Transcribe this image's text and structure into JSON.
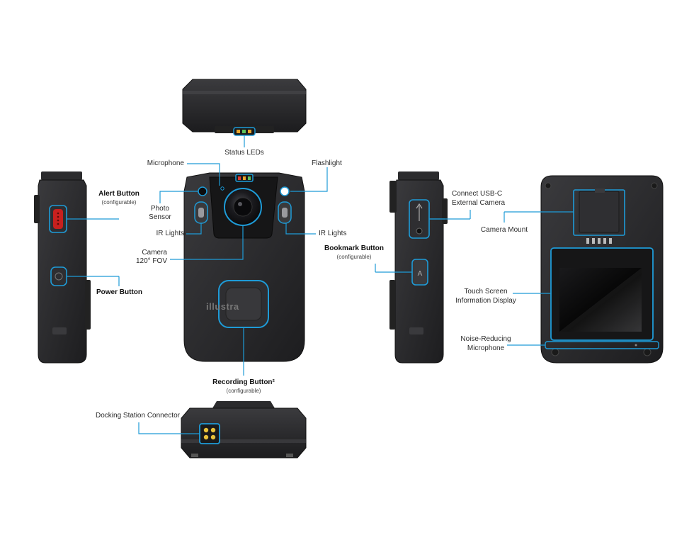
{
  "labels": {
    "status_leds": "Status LEDs",
    "microphone": "Microphone",
    "flashlight": "Flashlight",
    "photo_sensor_1": "Photo",
    "photo_sensor_2": "Sensor",
    "ir_lights_left": "IR Lights",
    "ir_lights_right": "IR Lights",
    "camera_1": "Camera",
    "camera_2": "120° FOV",
    "alert_button": "Alert Button",
    "alert_button_sub": "(configurable)",
    "power_button": "Power Button",
    "recording_button": "Recording Button²",
    "recording_button_sub": "(configurable)",
    "docking_connector": "Docking Station Connector",
    "usb_c_1": "Connect USB-C",
    "usb_c_2": "External Camera",
    "bookmark_button": "Bookmark Button",
    "bookmark_button_sub": "(configurable)",
    "camera_mount": "Camera Mount",
    "touch_screen_1": "Touch Screen",
    "touch_screen_2": "Information Display",
    "noise_mic_1": "Noise-Reducing",
    "noise_mic_2": "Microphone"
  },
  "brand_text": "illustra",
  "bookmark_key": "A",
  "colors": {
    "accent": "#1e9bd7",
    "body": "#2a2a2c",
    "body_dark": "#1a1a1b",
    "led_red": "#e03a2f",
    "led_amber": "#e9a52a",
    "led_green": "#5cc35a",
    "alert_red": "#c8201e",
    "dock_gold": "#e8c23a"
  }
}
